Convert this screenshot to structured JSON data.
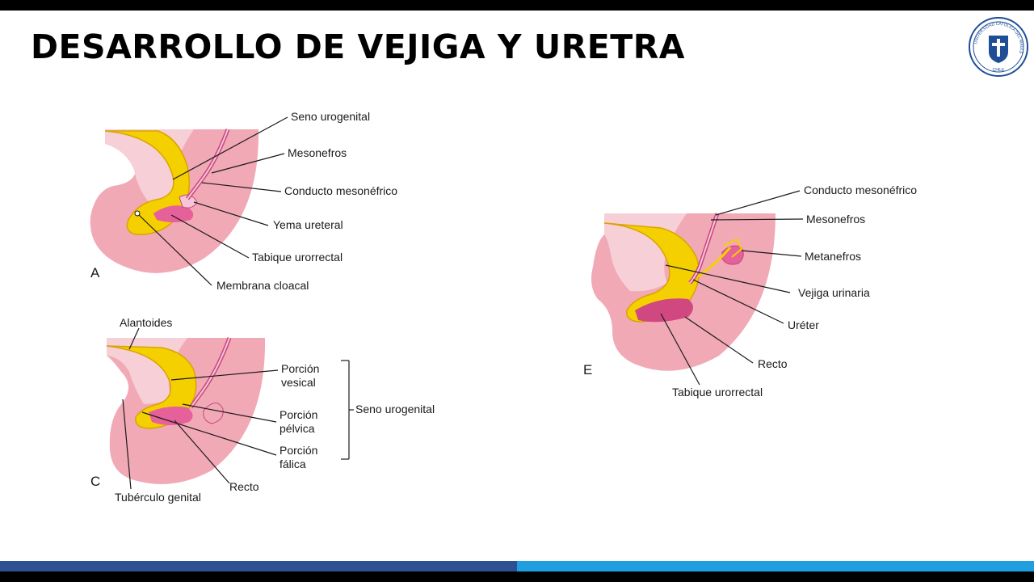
{
  "slide": {
    "title": "DESARROLLO DE VEJIGA Y URETRA"
  },
  "logo": {
    "ring_text": "UNIVERSIDAD CATOLICA DEL MAULE",
    "country": "CHILE",
    "icon": "university-seal-icon",
    "color": "#1f4e99"
  },
  "colors": {
    "tissue": "#f1a9b6",
    "tissue_light": "#f7cfd6",
    "cavity": "#e6609a",
    "epithelium": "#f5d000",
    "epithelium_edge": "#d9a400",
    "line": "#1a1a1a",
    "stripe_dark": "#2f4f93",
    "stripe_light": "#1f9fe0"
  },
  "panels": {
    "a": {
      "letter": "A",
      "labels": {
        "seno_urogenital": "Seno urogenital",
        "mesonefros": "Mesonefros",
        "conducto_mesonefrico": "Conducto mesonéfrico",
        "yema_ureteral": "Yema ureteral",
        "tabique_urorrectal": "Tabique urorrectal",
        "membrana_cloacal": "Membrana cloacal"
      }
    },
    "c": {
      "letter": "C",
      "labels": {
        "alantoides": "Alantoides",
        "porcion_vesical_1": "Porción",
        "porcion_vesical_2": "vesical",
        "porcion_pelvica_1": "Porción",
        "porcion_pelvica_2": "pélvica",
        "porcion_falica_1": "Porción",
        "porcion_falica_2": "fálica",
        "seno_urogenital": "Seno urogenital",
        "recto": "Recto",
        "tuberculo_genital": "Tubérculo genital"
      }
    },
    "e": {
      "letter": "E",
      "labels": {
        "conducto_mesonefrico": "Conducto mesonéfrico",
        "mesonefros": "Mesonefros",
        "metanefros": "Metanefros",
        "vejiga_urinaria": "Vejiga urinaria",
        "ureter": "Uréter",
        "recto": "Recto",
        "tabique_urorrectal": "Tabique urorrectal"
      }
    }
  }
}
